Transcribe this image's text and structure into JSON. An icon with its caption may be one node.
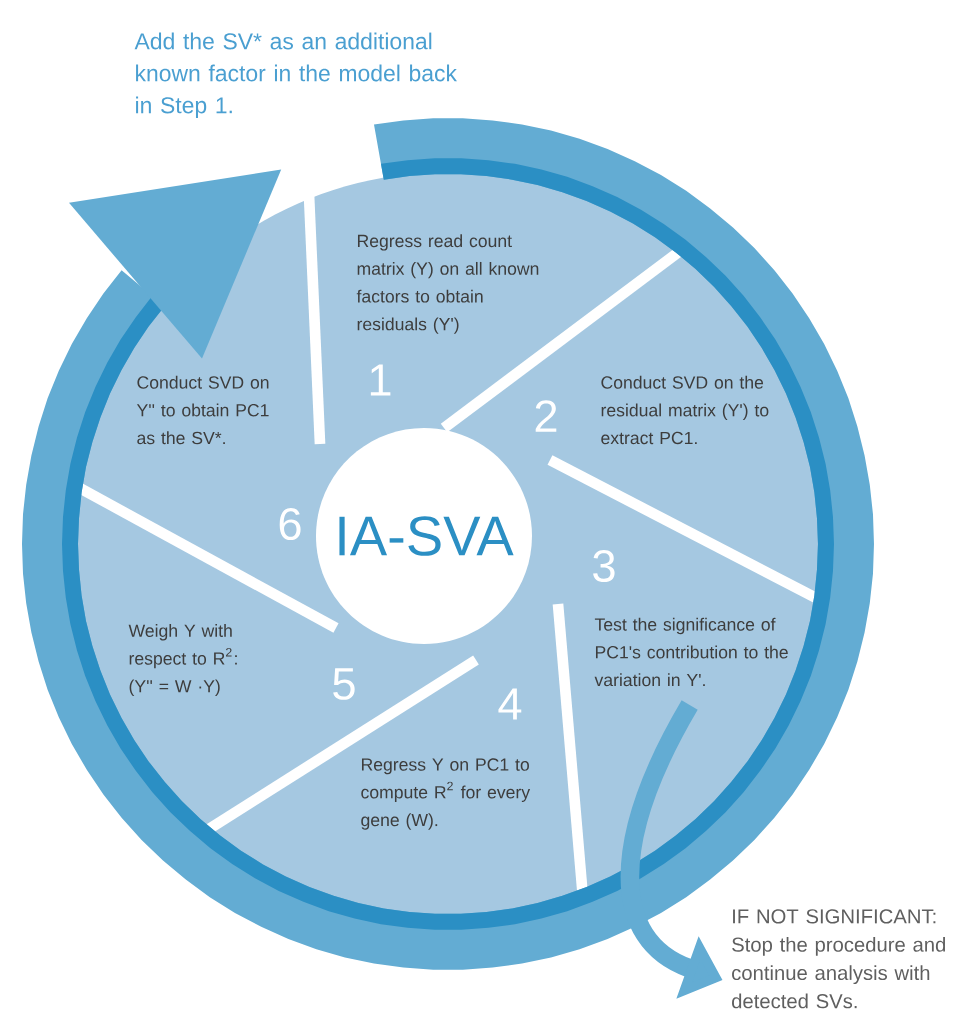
{
  "diagram": {
    "nodes": [
      {
        "text": [
          "IA-SVA"
        ]
      },
      {
        "text": [
          "Regress read count matrix (Y) on all known factors to obtain residuals (Y')",
          "1"
        ]
      },
      {
        "text": [
          "2",
          "Conduct SVD on the residual matrix (Y') to extract PC1."
        ]
      },
      {
        "text": [
          "3",
          "Test the significance of PC1's contribution to the variation in Y'."
        ]
      },
      {
        "text": [
          "4",
          "Regress Y on PC1 to compute R$^{2}$ for every gene (W)."
        ]
      },
      {
        "text": [
          "Weigh Y with respect to R$^{2}$: (Y'' = W ·Y)",
          "5"
        ]
      },
      {
        "text": [
          "Conduct SVD on Y'' to obtain PC1 as the SV*.",
          "6"
        ]
      },
      {
        "text": [
          "IF NOT SIGNIFICANT:",
          "Stop the procedure and continue analysis with detected SVs."
        ]
      }
    ],
    "edges": [
      {
        "from": 3,
        "to": 7,
        "arrow": "to"
      }
    ],
    "labels": [
      "Add the SV* as an additional known factor in the model back in Step 1."
    ]
  }
}
